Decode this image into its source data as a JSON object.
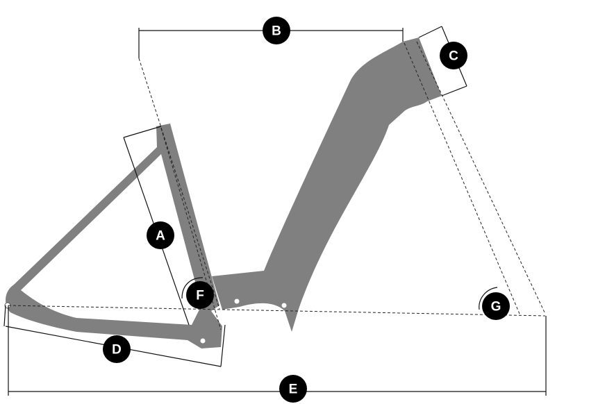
{
  "diagram": {
    "labels": {
      "A": "A",
      "B": "B",
      "C": "C",
      "D": "D",
      "E": "E",
      "F": "F",
      "G": "G"
    },
    "colors": {
      "frame": "#808080",
      "badge": "#000000",
      "badge_text": "#ffffff",
      "lines": "#111111"
    }
  }
}
